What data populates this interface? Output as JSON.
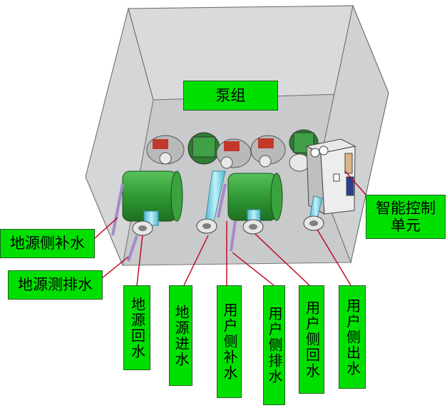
{
  "labels": {
    "pump_group": "泵组",
    "smart_control": "智能控制单元",
    "ground_makeup": "地源侧补水",
    "ground_drain": "地源测排水",
    "ground_return": "地源回水",
    "ground_inlet": "地源进水",
    "user_makeup": "用户侧补水",
    "user_drain": "用户侧排水",
    "user_return": "用户侧回水",
    "user_outlet": "用户侧出水"
  },
  "colors": {
    "label_bg": "#00e000",
    "tank": "#2f9a33",
    "pipe_cyan": "#7fd4e6",
    "pipe_purple": "#a58ac8",
    "leader": "#c0001a",
    "box": "#c9cbcd"
  }
}
